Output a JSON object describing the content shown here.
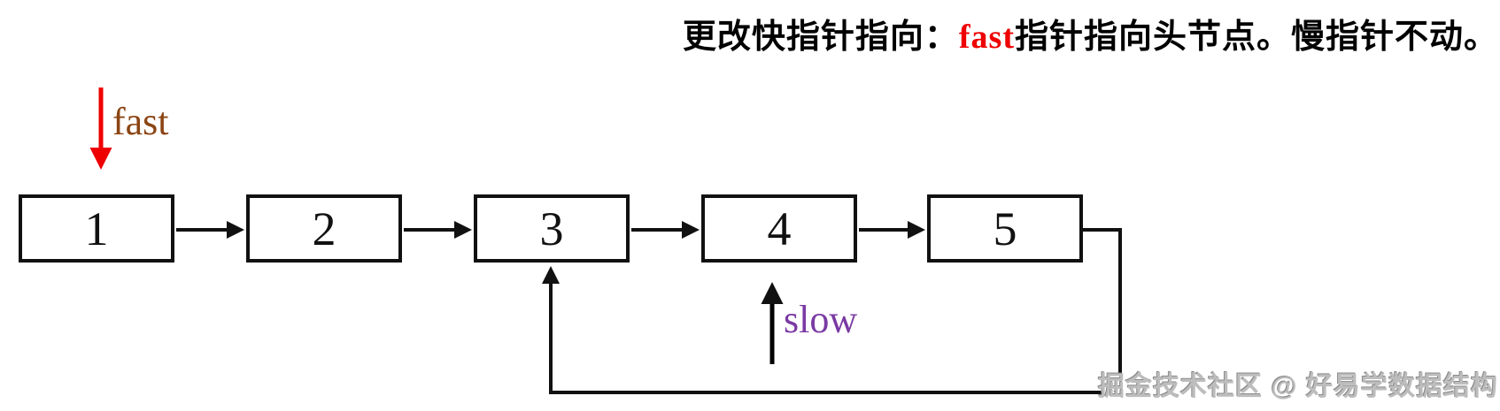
{
  "title": {
    "prefix": "更改快指针指向：",
    "highlight": "fast",
    "suffix": "指针指向头节点。慢指针不动。",
    "highlight_color": "#ee0000"
  },
  "linked_list": {
    "nodes": [
      {
        "value": "1"
      },
      {
        "value": "2"
      },
      {
        "value": "3"
      },
      {
        "value": "4"
      },
      {
        "value": "5"
      }
    ],
    "edges": [
      [
        "1",
        "2"
      ],
      [
        "2",
        "3"
      ],
      [
        "3",
        "4"
      ],
      [
        "4",
        "5"
      ],
      [
        "5",
        "3"
      ]
    ]
  },
  "pointers": {
    "fast": {
      "label": "fast",
      "label_color": "#8B4513",
      "arrow_color": "#ee0000",
      "points_to_node": "1"
    },
    "slow": {
      "label": "slow",
      "label_color": "#7A3AA4",
      "arrow_color": "#000000",
      "points_to_node": "4"
    }
  },
  "watermark": {
    "text": "掘金技术社区 @ 好易学数据结构",
    "color": "#bdbdbd"
  }
}
